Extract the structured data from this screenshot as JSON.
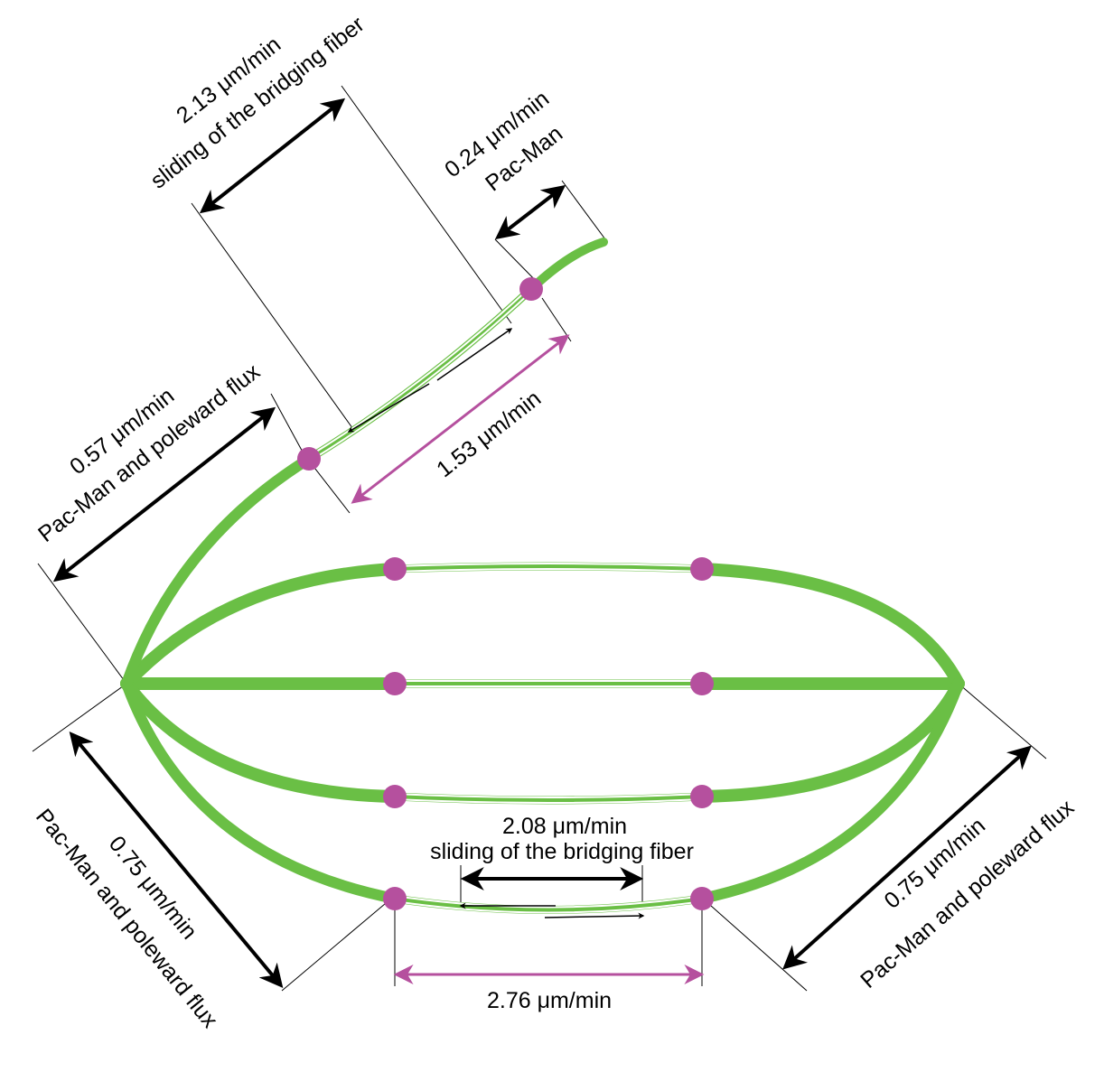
{
  "colors": {
    "fiber": "#6abf45",
    "kinetochore": "#b5509e",
    "arrow_black": "#000000",
    "arrow_pink": "#b5509e",
    "guide_line": "#000000"
  },
  "labels": {
    "top_sliding_rate": "2.13 μm/min",
    "top_sliding_text": "sliding of the bridging fiber",
    "top_pacman_rate": "0.24 μm/min",
    "top_pacman_text": "Pac-Man",
    "left_upper_rate": "0.57 μm/min",
    "left_upper_text": "Pac-Man and poleward flux",
    "top_separation_rate": "1.53 μm/min",
    "bottom_sliding_rate": "2.08 μm/min",
    "bottom_sliding_text": "sliding of the bridging fiber",
    "left_lower_rate": "0.75 μm/min",
    "left_lower_text": "Pac-Man and poleward flux",
    "right_lower_rate": "0.75 μm/min",
    "right_lower_text": "Pac-Man and poleward flux",
    "bottom_separation_rate": "2.76 μm/min"
  }
}
